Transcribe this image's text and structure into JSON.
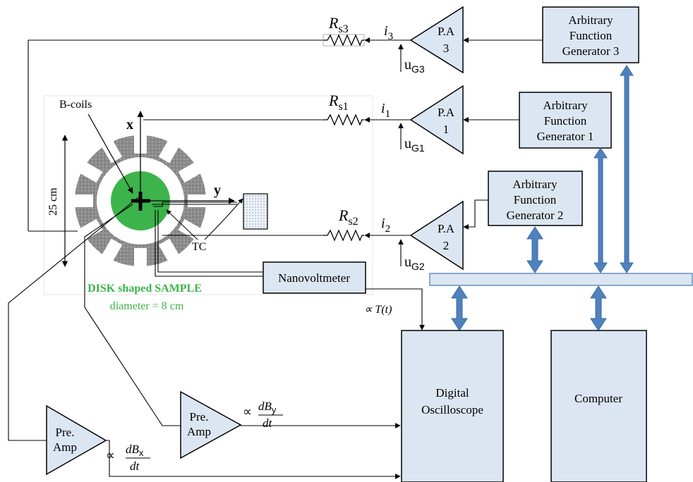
{
  "generators": {
    "g3": [
      "Arbitrary",
      "Function",
      "Generator 3"
    ],
    "g1": [
      "Arbitrary",
      "Function",
      "Generator  1"
    ],
    "g2": [
      "Arbitrary",
      "Function",
      "Generator  2"
    ]
  },
  "amplifiers": {
    "pa3": [
      "P.A",
      "3"
    ],
    "pa1": [
      "P.A",
      "1"
    ],
    "pa2": [
      "P.A",
      "2"
    ],
    "pre_y": [
      "Pre.",
      "Amp"
    ],
    "pre_x": [
      "Pre.",
      "Amp"
    ]
  },
  "resistors": {
    "rs3": {
      "main": "R",
      "sub": "s3"
    },
    "rs1": {
      "main": "R",
      "sub": "s1"
    },
    "rs2": {
      "main": "R",
      "sub": "s2"
    }
  },
  "currents": {
    "i3": {
      "main": "i",
      "sub": "3"
    },
    "i1": {
      "main": "i",
      "sub": "1"
    },
    "i2": {
      "main": "i",
      "sub": "2"
    }
  },
  "voltages": {
    "uG3": {
      "main": "u",
      "sub": "G3"
    },
    "uG1": {
      "main": "u",
      "sub": "G1"
    },
    "uG2": {
      "main": "u",
      "sub": "G2"
    }
  },
  "labels": {
    "bcoils": "B-coils",
    "x_axis": "x",
    "y_axis": "y",
    "dimension": "25 cm",
    "tc": "TC",
    "nanovoltmeter": "Nanovoltmeter",
    "sample_title": "DISK shaped SAMPLE",
    "sample_diameter": "diameter   = 8 cm",
    "oscilloscope": [
      "Digital",
      "Oscilloscope"
    ],
    "computer": "Computer",
    "temp_signal": "∝ T(t)",
    "prop": "∝",
    "dBy_num": "dB",
    "dBy_sub": "y",
    "dBx_num": "dB",
    "dBx_sub": "x",
    "dt": "dt"
  },
  "colors": {
    "box_fill": "#dce6f2",
    "arrow_blue": "#4f81bd",
    "sample_green": "#3cb44b",
    "coil_gray": "#808080",
    "text_green": "#3cb44b"
  }
}
